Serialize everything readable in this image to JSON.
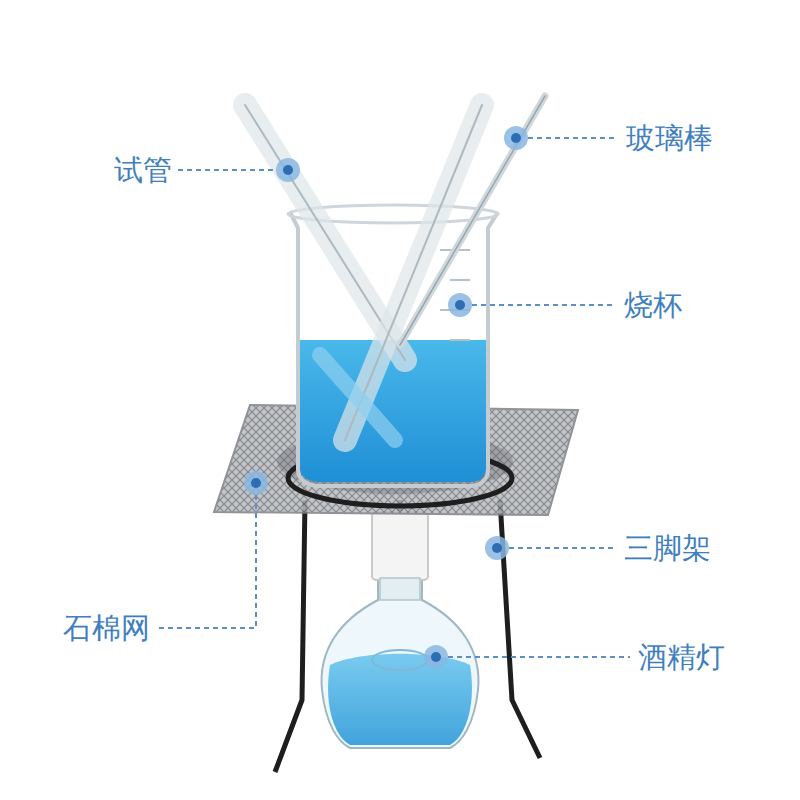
{
  "diagram": {
    "labels": [
      "试管",
      "玻璃棒",
      "烧杯",
      "三脚架",
      "石棉网",
      "酒精灯"
    ]
  }
}
